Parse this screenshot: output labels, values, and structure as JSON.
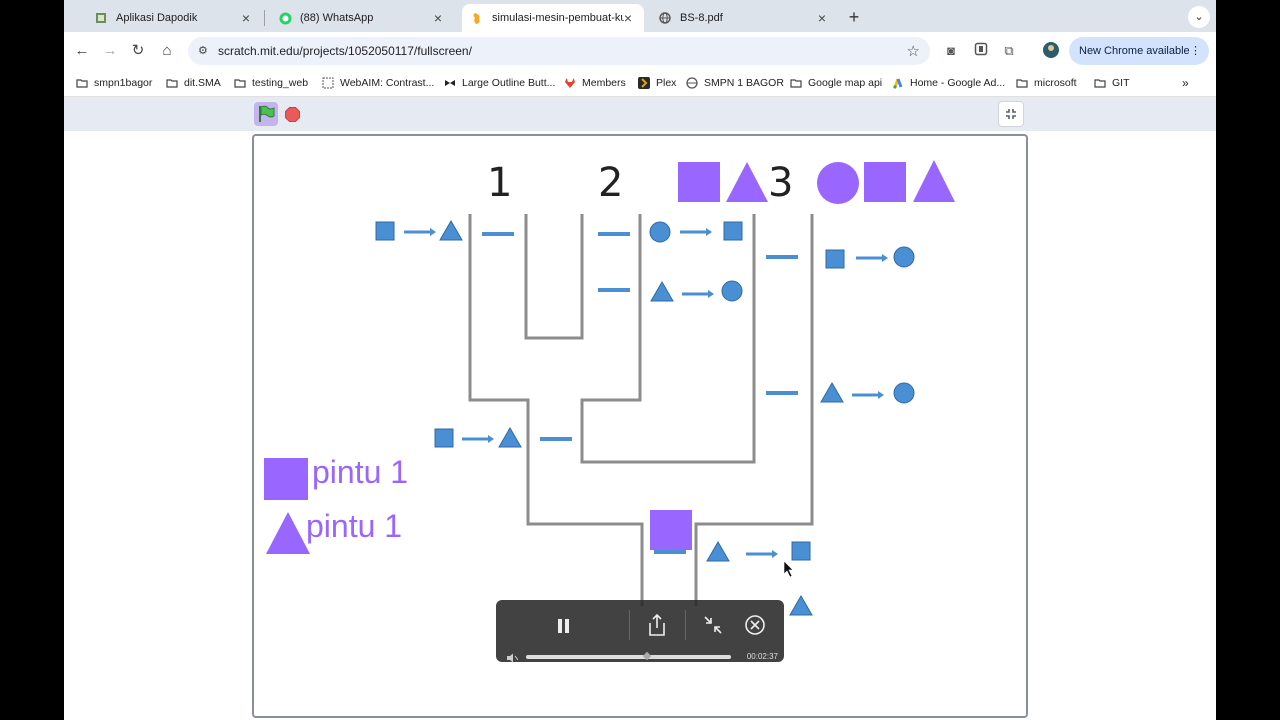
{
  "tabs": [
    {
      "title": "Aplikasi Dapodik",
      "active": false
    },
    {
      "title": "(88) WhatsApp",
      "active": false
    },
    {
      "title": "simulasi-mesin-pembuat-kue",
      "active": true
    },
    {
      "title": "BS-8.pdf",
      "active": false
    }
  ],
  "address": {
    "url": "scratch.mit.edu/projects/1052050117/fullscreen/"
  },
  "update_button": {
    "label": "New Chrome available"
  },
  "bookmarks": [
    {
      "label": "smpn1bagor"
    },
    {
      "label": "dit.SMA"
    },
    {
      "label": "testing_web"
    },
    {
      "label": "WebAIM: Contrast..."
    },
    {
      "label": "Large Outline Butt..."
    },
    {
      "label": "Members"
    },
    {
      "label": "Plex"
    },
    {
      "label": "SMPN 1 BAGOR"
    },
    {
      "label": "Google map api"
    },
    {
      "label": "Home - Google Ad..."
    },
    {
      "label": "microsoft"
    },
    {
      "label": "GIT"
    }
  ],
  "stage": {
    "door_numbers": [
      "1",
      "2",
      "3"
    ],
    "legend": [
      {
        "shape": "square",
        "text": "pintu 1"
      },
      {
        "shape": "triangle",
        "text": "pintu 1"
      }
    ]
  },
  "video_controls": {
    "time": "00:02:37",
    "progress": 0.59
  },
  "colors": {
    "sprite_purple": "#9966ff",
    "shape_blue": "#4a8fd4",
    "active_tab": "#ffffff",
    "tabstrip": "#dde3ea",
    "scratch_bar": "#e6ebf3"
  }
}
